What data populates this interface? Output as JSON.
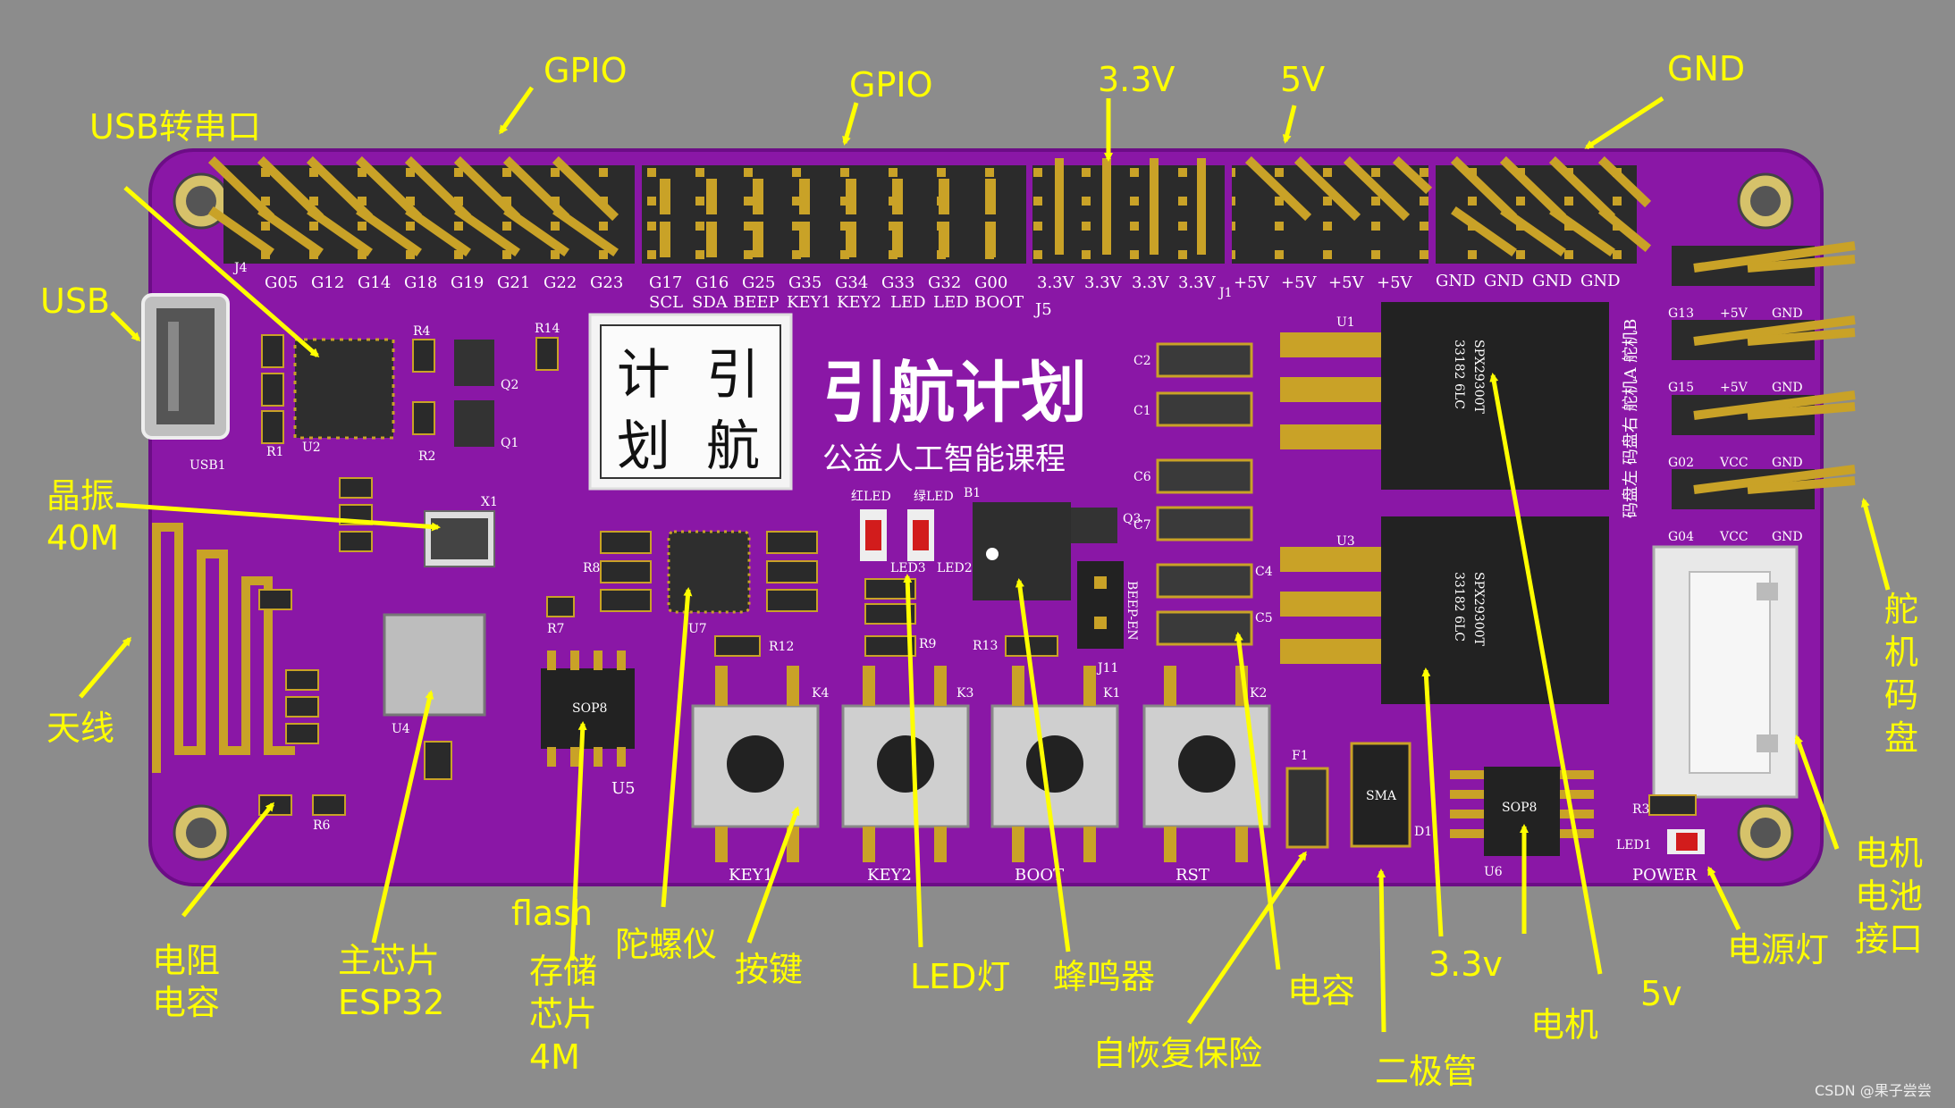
{
  "board": {
    "colors": {
      "pcb": "#8a17a6",
      "pcb_dark": "#6c0d86",
      "gold": "#c9a227",
      "header_body": "#2b2b2b",
      "chip": "#2e2e2e",
      "background": "#8c8c8c",
      "callout": "#ffff00"
    },
    "logo": {
      "title": "引航计划",
      "subtitle": "公益人工智能课程",
      "seal_chars": [
        "计",
        "划",
        "引",
        "航"
      ]
    },
    "header_labels": {
      "j4": [
        "G05",
        "G12",
        "G14",
        "G18",
        "G19",
        "G21",
        "G22",
        "G23"
      ],
      "j5": [
        "G17",
        "G16",
        "G25",
        "G35",
        "G34",
        "G33",
        "G32",
        "G00"
      ],
      "j5_func": [
        "SCL",
        "SDA",
        "BEEP",
        "KEY1",
        "KEY2",
        "LED",
        "LED",
        "BOOT"
      ],
      "j1_33": [
        "3.3V",
        "3.3V",
        "3.3V",
        "3.3V"
      ],
      "j1_5": [
        "+5V",
        "+5V",
        "+5V",
        "+5V"
      ],
      "j1_gnd": [
        "GND",
        "GND",
        "GND",
        "GND"
      ],
      "j4_ref": "J4",
      "j5_ref": "J5",
      "j1_ref": "J1"
    },
    "servo_rows": [
      {
        "labels": [
          "G13",
          "+5V",
          "GND"
        ]
      },
      {
        "labels": [
          "G15",
          "+5V",
          "GND"
        ]
      },
      {
        "labels": [
          "G02",
          "VCC",
          "GND"
        ]
      },
      {
        "labels": [
          "G04",
          "VCC",
          "GND"
        ]
      }
    ],
    "side_label": "码盘左 码盘右 舵机A 舵机B",
    "buttons": [
      {
        "label": "KEY1",
        "ref": "K4"
      },
      {
        "label": "KEY2",
        "ref": "K3"
      },
      {
        "label": "BOOT",
        "ref": "K1"
      },
      {
        "label": "RST",
        "ref": "K2"
      }
    ],
    "refs": {
      "usb": "USB1",
      "u2": "U2",
      "u4": "U4",
      "u5": "U5",
      "u7": "U7",
      "u1": "U1",
      "u3": "U3",
      "u6": "U6",
      "q1": "Q1",
      "q2": "Q2",
      "q3": "Q3",
      "d1": "D1",
      "f1": "F1",
      "b1": "B1",
      "x1": "X1",
      "j11": "J11",
      "led1": "LED1",
      "led2": "LED2",
      "led3": "LED3",
      "red_led": "红LED",
      "green_led": "绿LED",
      "power": "POWER",
      "beep_en": "BEEP-EN",
      "sop8": "SOP8",
      "sma": "SMA",
      "reg_part": "SPX29300T",
      "reg_code": "33182 6LC",
      "ref_r13": "R13",
      "ref_r9": "R9",
      "ref_r12": "R12",
      "ref_c2": "C2",
      "ref_c1": "C1",
      "ref_c6": "C6",
      "ref_c7": "C7",
      "ref_c4": "C4",
      "ref_c5": "C5",
      "ref_r1": "R1",
      "ref_r2": "R2",
      "ref_r4": "R4",
      "ref_r14": "R14",
      "ref_r7": "R7",
      "ref_r8": "R8",
      "ref_r3": "R3",
      "ref_r6": "R6"
    }
  },
  "callouts": {
    "usb_to_serial": "USB转串口",
    "gpio_left": "GPIO",
    "gpio_right": "GPIO",
    "v33": "3.3V",
    "v5": "5V",
    "gnd": "GND",
    "usb": "USB",
    "crystal": [
      "晶振",
      "40M"
    ],
    "antenna": "天线",
    "rc": [
      "电阻",
      "电容"
    ],
    "mcu": [
      "主芯片",
      "ESP32"
    ],
    "flash_storage": [
      "flash",
      "存储",
      "芯片",
      "4M"
    ],
    "gyro": "陀螺仪",
    "keys": "按键",
    "led": "LED灯",
    "buzzer": "蜂鸣器",
    "fuse": "自恢复保险",
    "capacitor": "电容",
    "diode": "二极管",
    "v33_low": "3.3v",
    "motor": "电机",
    "v5_low": "5v",
    "power_led": "电源灯",
    "motor_battery": [
      "电机",
      "电池",
      "接口"
    ],
    "servo_encoder": [
      "舵",
      "机",
      "码",
      "盘"
    ]
  },
  "watermark": "CSDN @果子尝尝"
}
